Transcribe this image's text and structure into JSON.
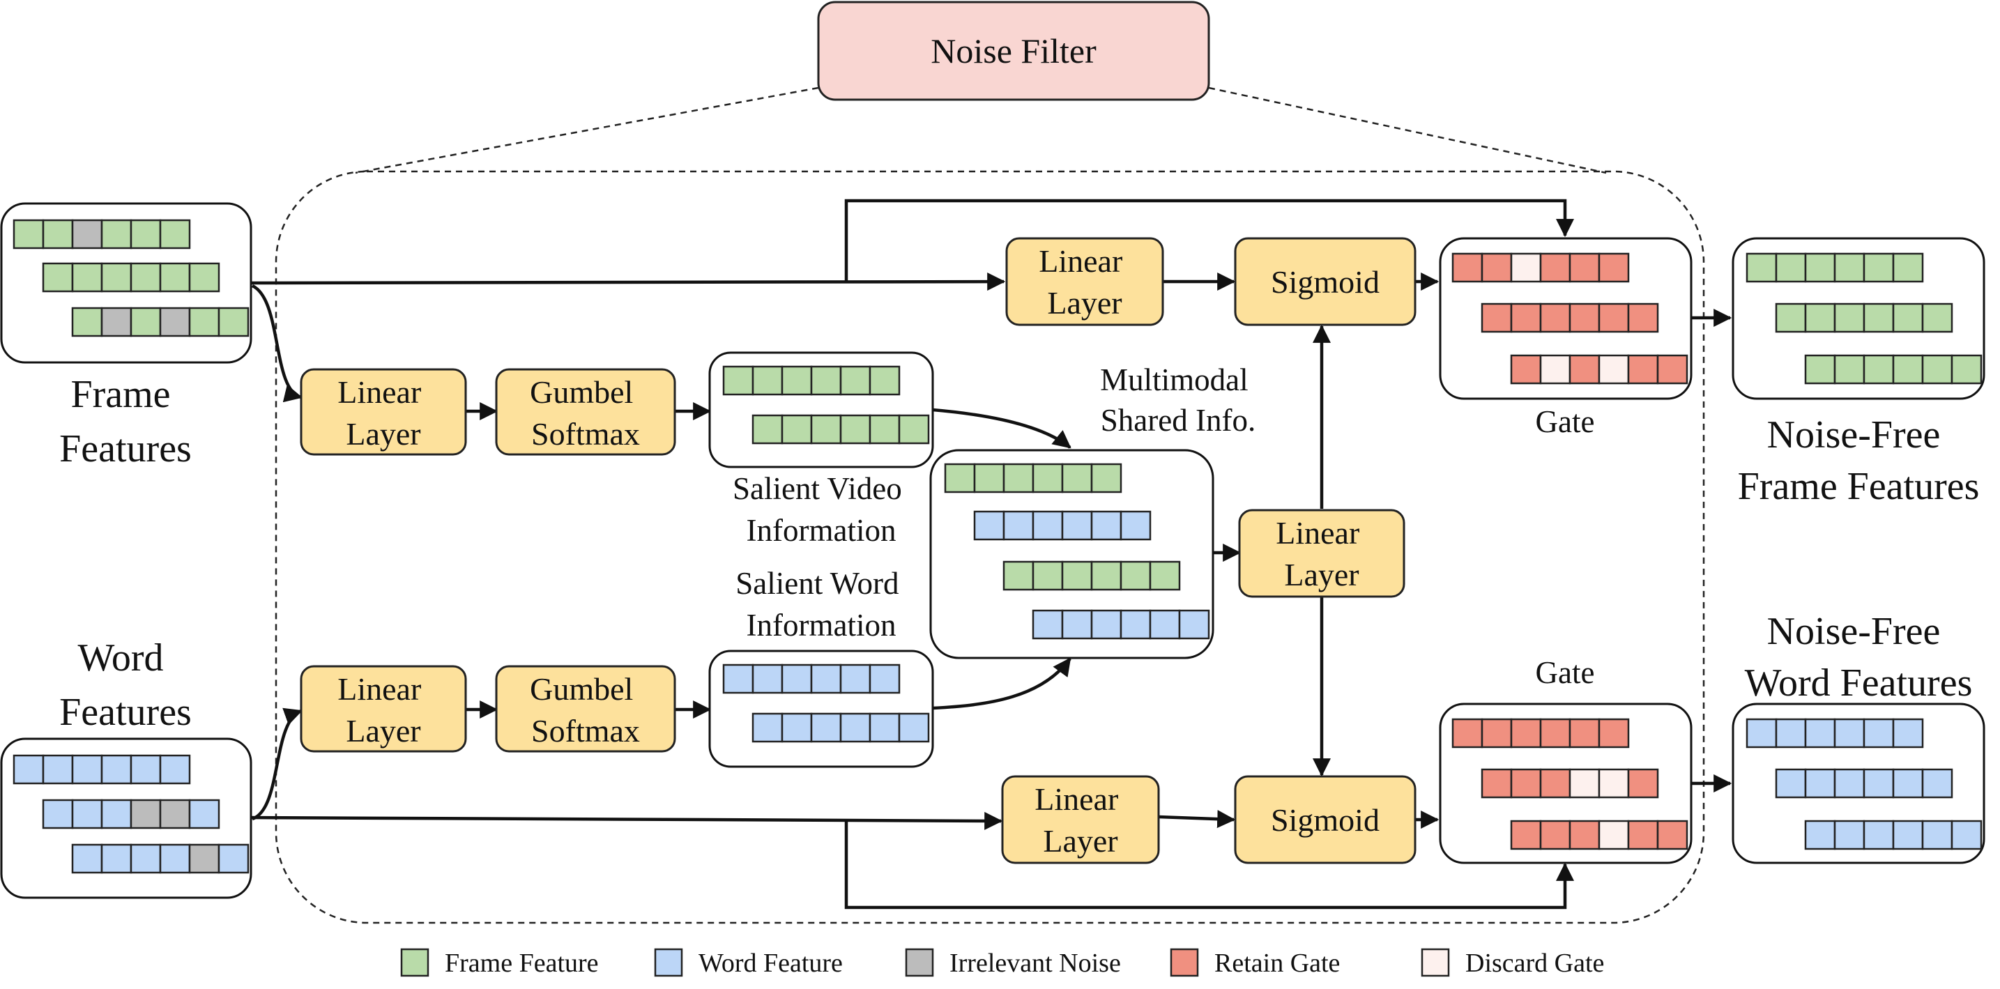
{
  "title": "Noise Filter",
  "inputs": {
    "frame": [
      "Frame",
      "Features"
    ],
    "word": [
      "Word",
      "Features"
    ]
  },
  "blocks": {
    "linear": [
      "Linear",
      "Layer"
    ],
    "gumbel": [
      "Gumbel",
      "Softmax"
    ],
    "sigmoid": "Sigmoid"
  },
  "labels": {
    "salient_video": [
      "Salient Video",
      "Information"
    ],
    "salient_word": [
      "Salient Word",
      "Information"
    ],
    "multimodal": [
      "Multimodal",
      "Shared Info."
    ],
    "gate": "Gate"
  },
  "outputs": {
    "frame": [
      "Noise-Free",
      "Frame Features"
    ],
    "word": [
      "Noise-Free",
      "Word Features"
    ]
  },
  "legend": [
    {
      "label": "Frame Feature",
      "color": "#b9dba9"
    },
    {
      "label": "Word Feature",
      "color": "#bcd6f7"
    },
    {
      "label": "Irrelevant Noise",
      "color": "#bcbcbc"
    },
    {
      "label": "Retain Gate",
      "color": "#f09080"
    },
    {
      "label": "Discard Gate",
      "color": "#fdf1ee"
    }
  ],
  "colors": {
    "frame": "#b9dba9",
    "word": "#bcd6f7",
    "noise": "#bcbcbc",
    "retain": "#f09080",
    "discard": "#fdf1ee",
    "block": "#fde19c",
    "title_box": "#f9d6d2"
  },
  "feature_rows": {
    "frame_input": [
      [
        "F",
        "F",
        "N",
        "F",
        "F",
        "F"
      ],
      [
        "F",
        "F",
        "F",
        "F",
        "F",
        "F"
      ],
      [
        "F",
        "N",
        "F",
        "N",
        "F",
        "F"
      ]
    ],
    "word_input": [
      [
        "W",
        "W",
        "W",
        "W",
        "W",
        "W"
      ],
      [
        "W",
        "W",
        "W",
        "N",
        "N",
        "W"
      ],
      [
        "W",
        "W",
        "W",
        "W",
        "N",
        "W"
      ]
    ],
    "salient_video": [
      [
        "F",
        "F",
        "F",
        "F",
        "F",
        "F"
      ],
      [
        "F",
        "F",
        "F",
        "F",
        "F",
        "F"
      ]
    ],
    "salient_word": [
      [
        "W",
        "W",
        "W",
        "W",
        "W",
        "W"
      ],
      [
        "W",
        "W",
        "W",
        "W",
        "W",
        "W"
      ]
    ],
    "shared": [
      [
        "F",
        "F",
        "F",
        "F",
        "F",
        "F"
      ],
      [
        "W",
        "W",
        "W",
        "W",
        "W",
        "W"
      ],
      [
        "F",
        "F",
        "F",
        "F",
        "F",
        "F"
      ],
      [
        "W",
        "W",
        "W",
        "W",
        "W",
        "W"
      ]
    ],
    "gate_top": [
      [
        "R",
        "R",
        "D",
        "R",
        "R",
        "R"
      ],
      [
        "R",
        "R",
        "R",
        "R",
        "R",
        "R"
      ],
      [
        "R",
        "D",
        "R",
        "D",
        "R",
        "R"
      ]
    ],
    "gate_bottom": [
      [
        "R",
        "R",
        "R",
        "R",
        "R",
        "R"
      ],
      [
        "R",
        "R",
        "R",
        "D",
        "D",
        "R"
      ],
      [
        "R",
        "R",
        "R",
        "D",
        "R",
        "R"
      ]
    ],
    "out_frame": [
      [
        "F",
        "F",
        "F",
        "F",
        "F",
        "F"
      ],
      [
        "F",
        "F",
        "F",
        "F",
        "F",
        "F"
      ],
      [
        "F",
        "F",
        "F",
        "F",
        "F",
        "F"
      ]
    ],
    "out_word": [
      [
        "W",
        "W",
        "W",
        "W",
        "W",
        "W"
      ],
      [
        "W",
        "W",
        "W",
        "W",
        "W",
        "W"
      ],
      [
        "W",
        "W",
        "W",
        "W",
        "W",
        "W"
      ]
    ]
  }
}
